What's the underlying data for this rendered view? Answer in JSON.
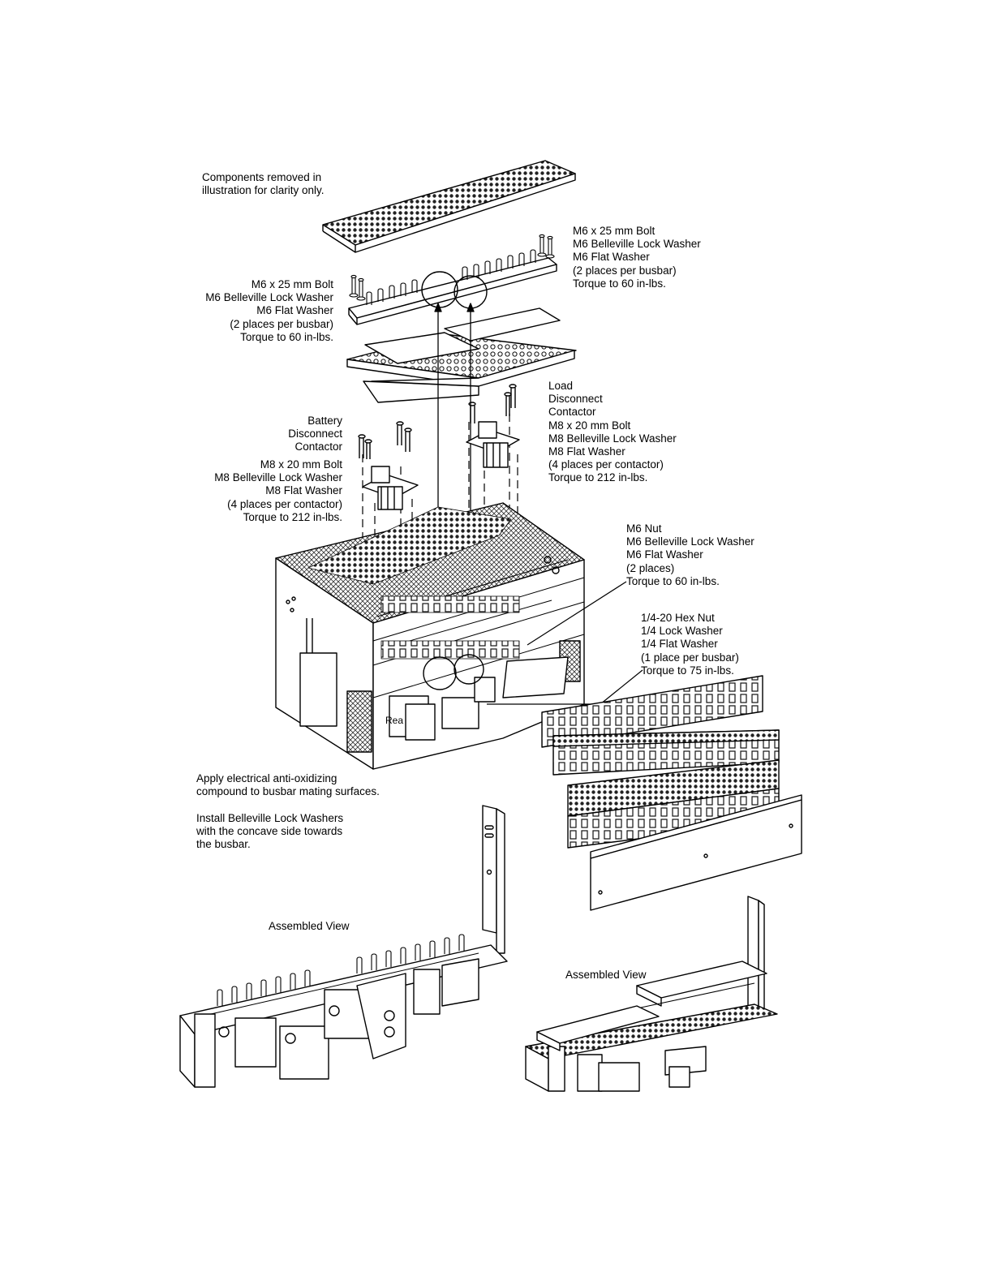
{
  "notes": {
    "components_removed": [
      "Components removed in",
      "illustration for clarity only."
    ],
    "anti_oxidizing": [
      "Apply electrical anti-oxidizing",
      "compound to busbar mating surfaces."
    ],
    "belleville": [
      "Install Belleville Lock Washers",
      "with the concave side towards",
      "the busbar."
    ]
  },
  "callouts": {
    "busbar_hw_right": [
      "M6 x 25 mm Bolt",
      "M6 Belleville Lock Washer",
      "M6 Flat Washer",
      "(2 places per busbar)",
      "Torque to 60 in-lbs."
    ],
    "busbar_hw_left": [
      "M6 x 25 mm Bolt",
      "M6 Belleville Lock Washer",
      "M6 Flat Washer",
      "(2 places per busbar)",
      "Torque to 60 in-lbs."
    ],
    "load_contactor": [
      "Load",
      "Disconnect",
      "Contactor",
      "M8 x 20 mm Bolt",
      "M8 Belleville Lock Washer",
      "M8 Flat Washer",
      "(4 places per contactor)",
      "Torque to 212 in-lbs."
    ],
    "battery_contactor_title": [
      "Battery",
      "Disconnect",
      "Contactor"
    ],
    "battery_contactor_hw": [
      "M8 x 20 mm Bolt",
      "M8 Belleville Lock Washer",
      "M8 Flat Washer",
      "(4 places per contactor)",
      "Torque to 212 in-lbs."
    ],
    "m6_nut": [
      "M6 Nut",
      "M6 Belleville Lock Washer",
      "M6 Flat Washer",
      "(2 places)",
      "Torque to 60 in-lbs."
    ],
    "hex_nut": [
      "1/4-20 Hex Nut",
      "1/4 Lock Washer",
      "1/4 Flat Washer",
      "(1 place per busbar)",
      "Torque to 75 in-lbs."
    ]
  },
  "views": {
    "assembled_left": "Assembled View",
    "assembled_right": "Assembled View"
  },
  "fragment": "Rea"
}
